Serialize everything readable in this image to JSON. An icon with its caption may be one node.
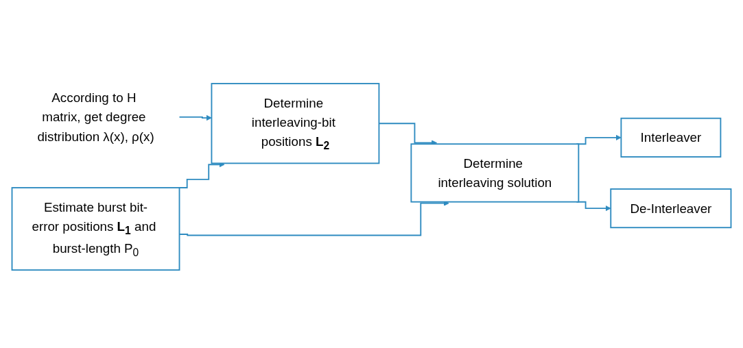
{
  "diagram": {
    "nodes": [
      {
        "text": [
          "According to H matrix, get degree distribution λ(x), ρ(x)"
        ]
      },
      {
        "text": [
          "Estimate burst bit-error positions **L$_{1}$** and burst-length P$_{0}$"
        ]
      },
      {
        "text": [
          "Determine interleaving-bit positions **L$_{2}$**"
        ]
      },
      {
        "text": [
          "Determine interleaving solution"
        ]
      },
      {
        "text": [
          "Interleaver"
        ]
      },
      {
        "text": [
          "De-Interleaver"
        ]
      }
    ],
    "edges": [
      {
        "from": 0,
        "to": 2,
        "arrow": "to"
      },
      {
        "from": 1,
        "to": 2,
        "arrow": "to"
      },
      {
        "from": 1,
        "to": 3,
        "arrow": "to"
      },
      {
        "from": 2,
        "to": 3,
        "arrow": "to"
      },
      {
        "from": 3,
        "to": 4,
        "arrow": "to"
      },
      {
        "from": 3,
        "to": 5,
        "arrow": "to"
      }
    ]
  }
}
